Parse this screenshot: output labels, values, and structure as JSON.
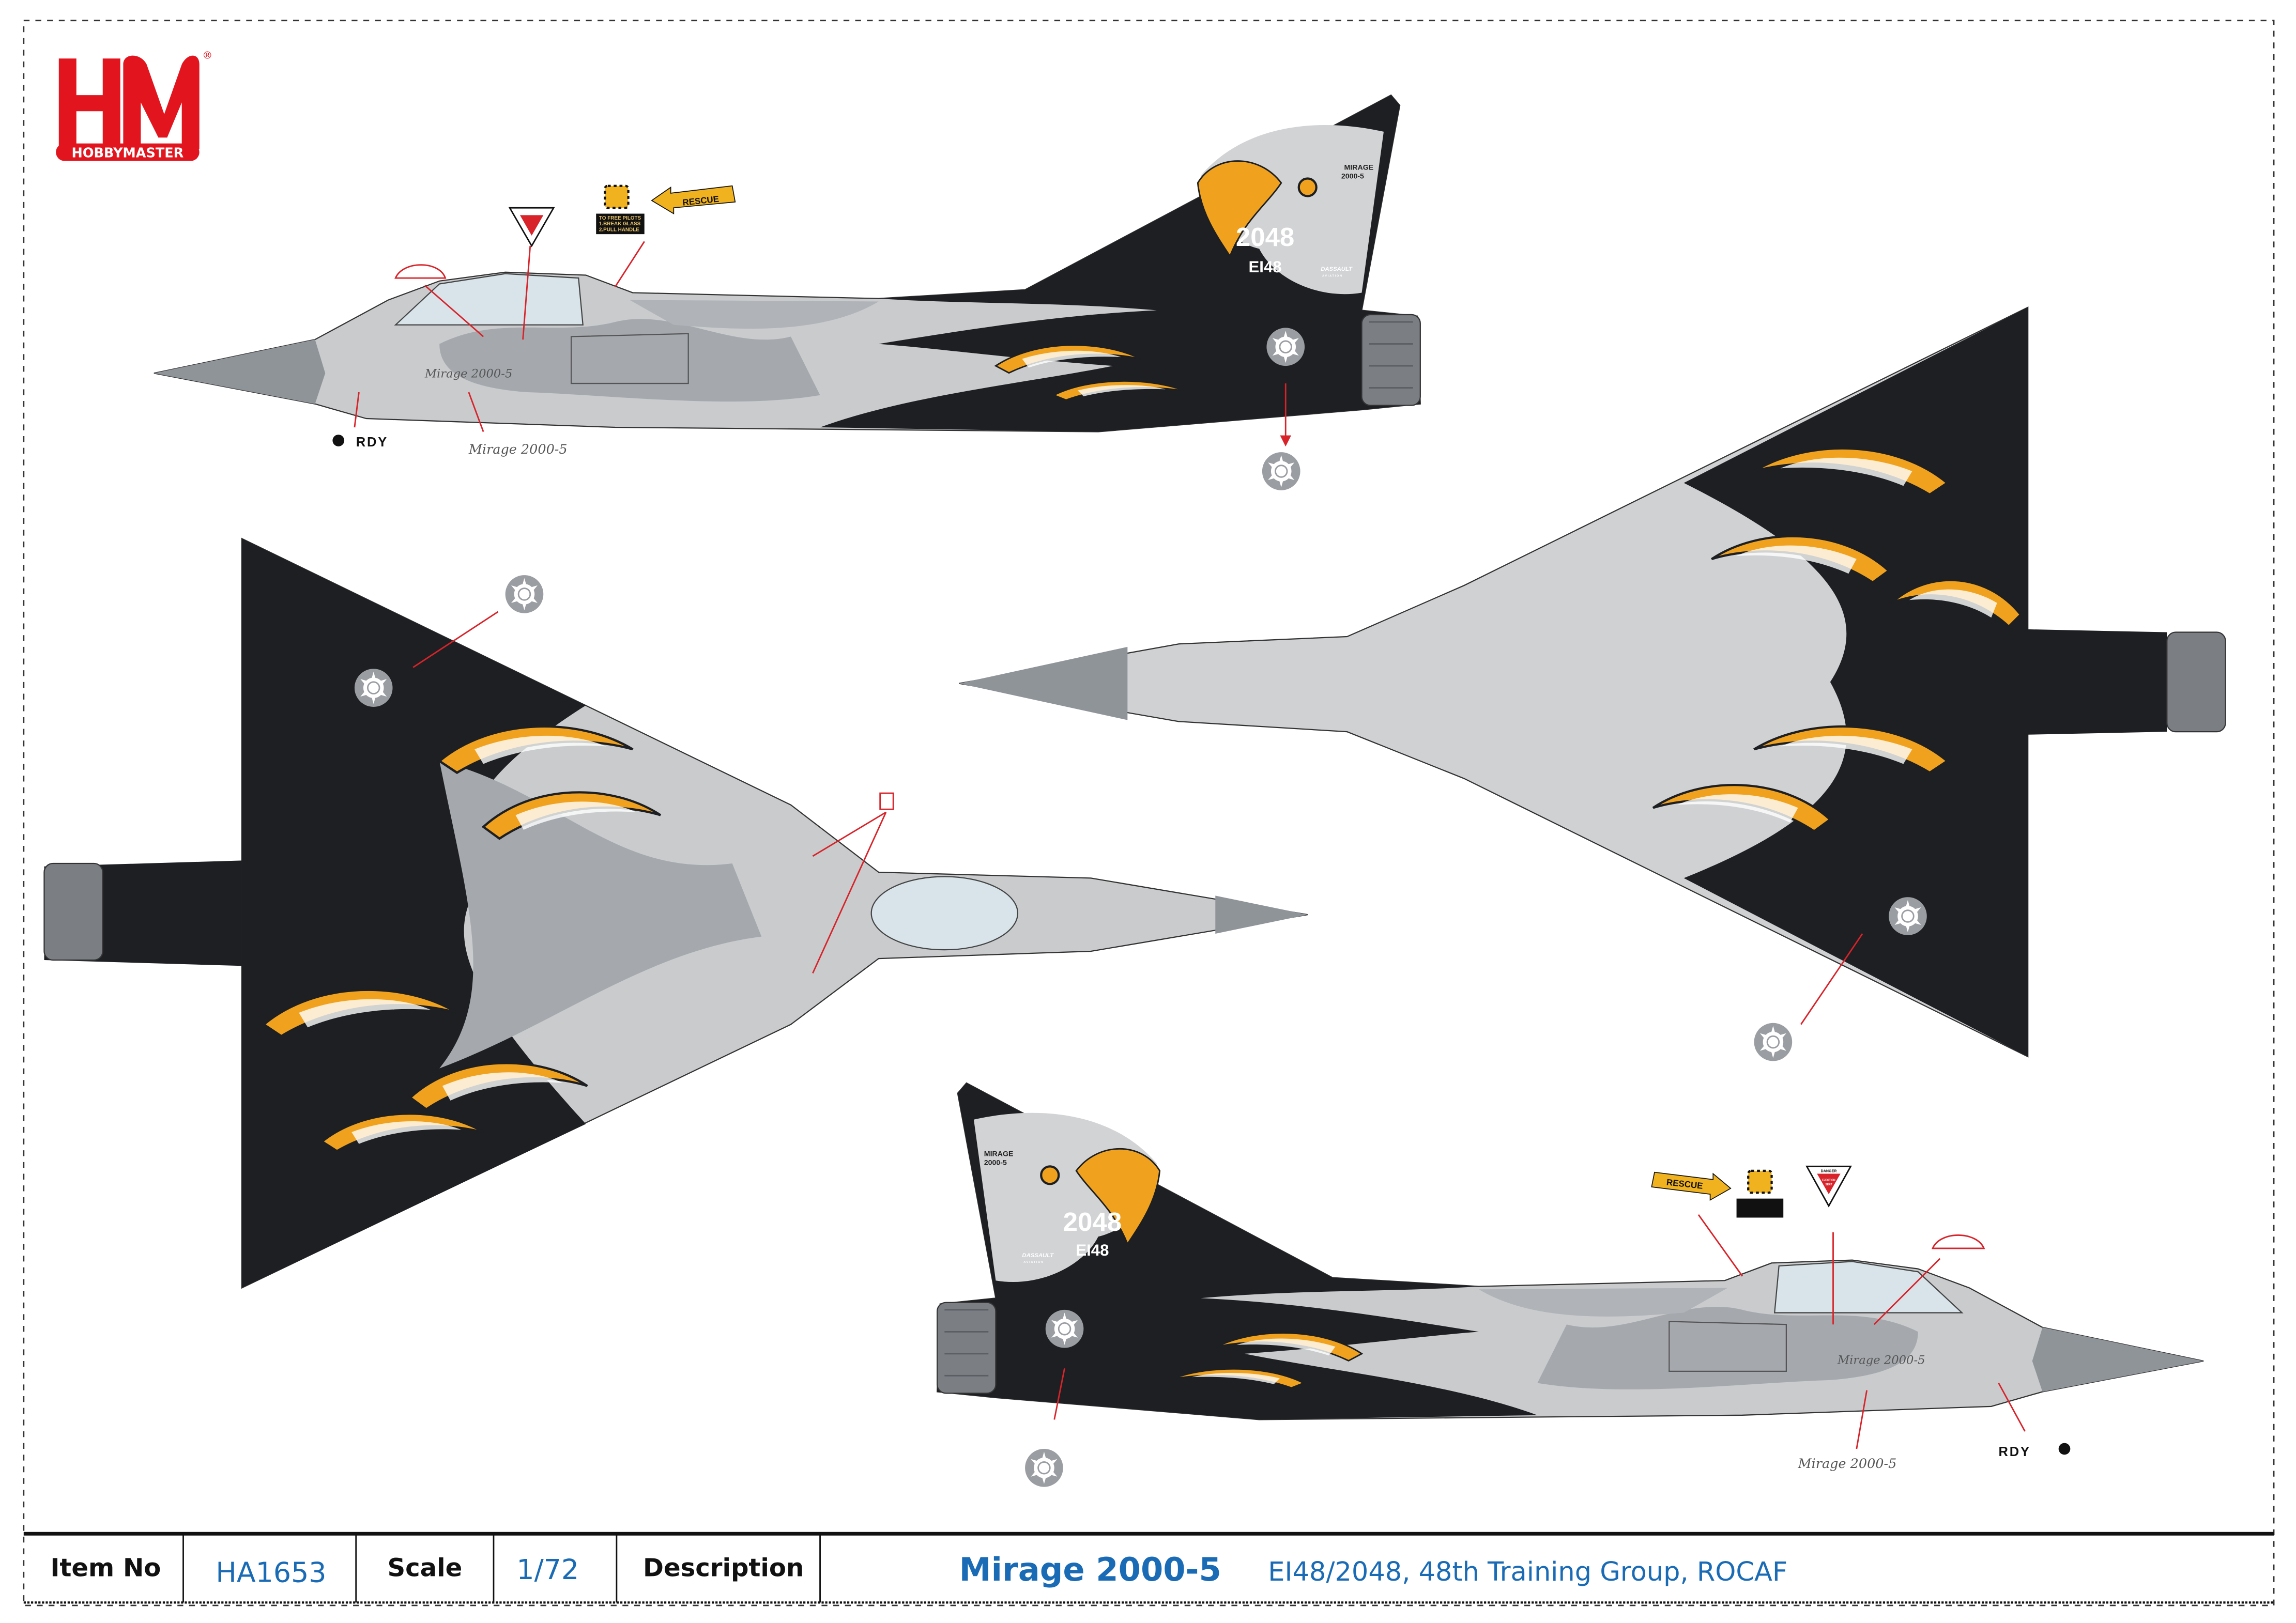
{
  "logo": {
    "brand": "HM",
    "name": "HOBBYMASTER",
    "registered": "®"
  },
  "colors": {
    "accent_blue": "#1a6bb5",
    "logo_red": "#e2151f",
    "camo_light": "#c9cbcd",
    "camo_mid": "#a5a9ae",
    "black": "#1d1f22",
    "orange": "#f0a21e",
    "red_arrow": "#d8232a"
  },
  "decals": {
    "tail_number": "2048",
    "serial": "EI48",
    "tail_type_line1": "MIRAGE",
    "tail_type_line2": "2000-5",
    "maker": "DASSAULT",
    "maker_sub": "AVIATION",
    "script_name": "Mirage 2000-5",
    "rdy": "RDY",
    "rescue": "RESCUE",
    "danger": "DANGER",
    "ejection_line1": "EJECTION",
    "ejection_line2": "SEAT",
    "placard_line1": "TO FREE PILOTS",
    "placard_line2": "1.BREAK GLASS",
    "placard_line3": "2.PULL HANDLE"
  },
  "info_bar": {
    "item_no_label": "Item No",
    "item_no": "HA1653",
    "scale_label": "Scale",
    "scale": "1/72",
    "description_label": "Description",
    "model": "Mirage 2000-5",
    "description": "EI48/2048, 48th Training Group, ROCAF"
  }
}
